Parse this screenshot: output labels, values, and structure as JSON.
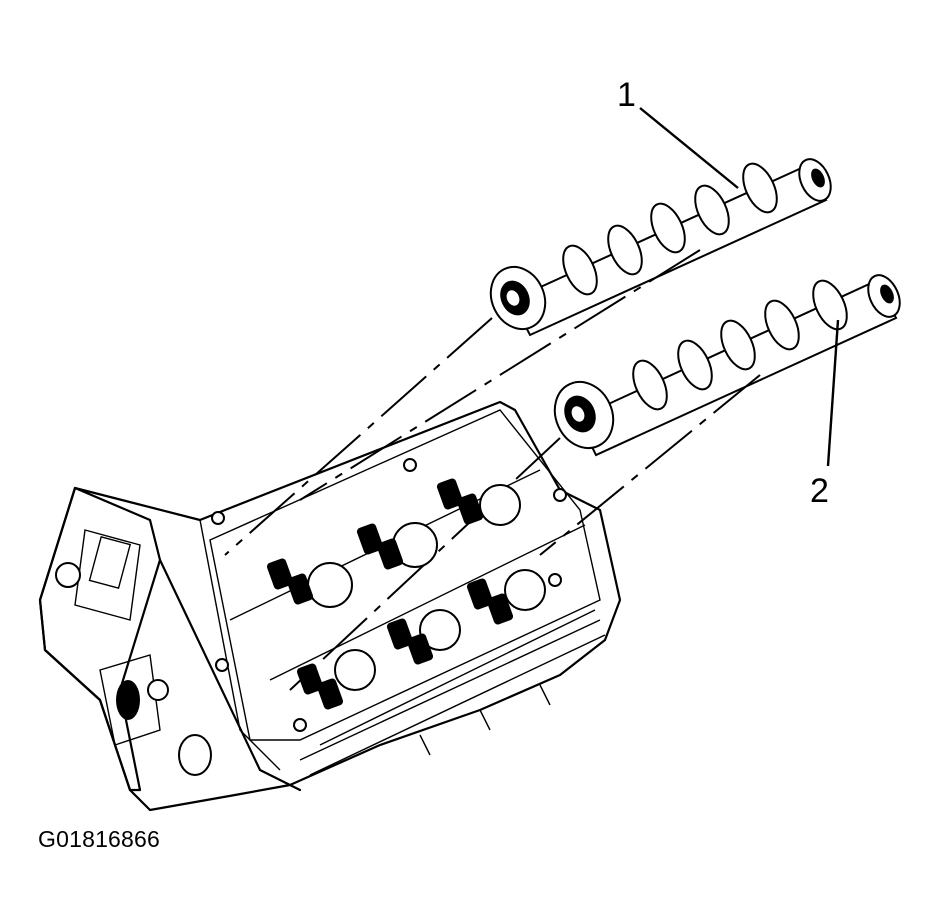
{
  "callouts": [
    {
      "id": "1",
      "text": "1"
    },
    {
      "id": "2",
      "text": "2"
    }
  ],
  "figure_id": "G01816866",
  "colors": {
    "ink": "#000000",
    "background": "#ffffff"
  }
}
